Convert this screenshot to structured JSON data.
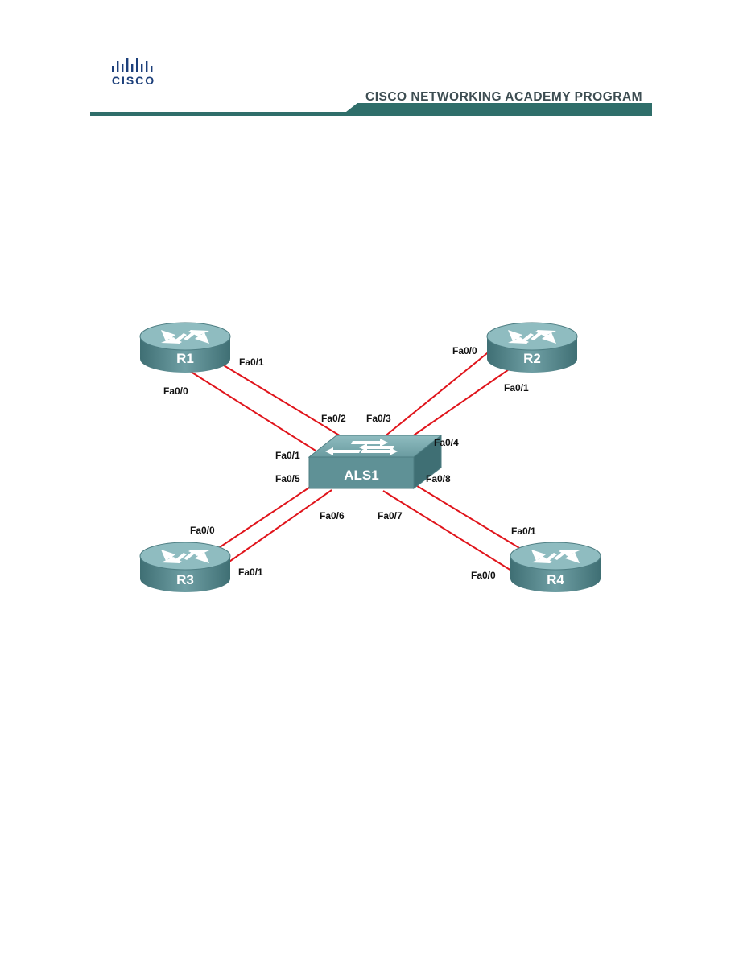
{
  "header": {
    "logo_text": "CISCO",
    "program_title": "CISCO NETWORKING ACADEMY PROGRAM",
    "accent_color": "#2f6e6a"
  },
  "diagram": {
    "devices": {
      "r1": "R1",
      "r2": "R2",
      "r3": "R3",
      "r4": "R4",
      "switch": "ALS1"
    },
    "ports": {
      "r1_fa01": "Fa0/1",
      "r1_fa00": "Fa0/0",
      "r2_fa00": "Fa0/0",
      "r2_fa01": "Fa0/1",
      "r3_fa00": "Fa0/0",
      "r3_fa01": "Fa0/1",
      "r4_fa01": "Fa0/1",
      "r4_fa00": "Fa0/0",
      "sw_fa02": "Fa0/2",
      "sw_fa01": "Fa0/1",
      "sw_fa03": "Fa0/3",
      "sw_fa04": "Fa0/4",
      "sw_fa05": "Fa0/5",
      "sw_fa06": "Fa0/6",
      "sw_fa07": "Fa0/7",
      "sw_fa08": "Fa0/8"
    },
    "link_color": "#e0141b",
    "device_color": "#5f9196"
  }
}
